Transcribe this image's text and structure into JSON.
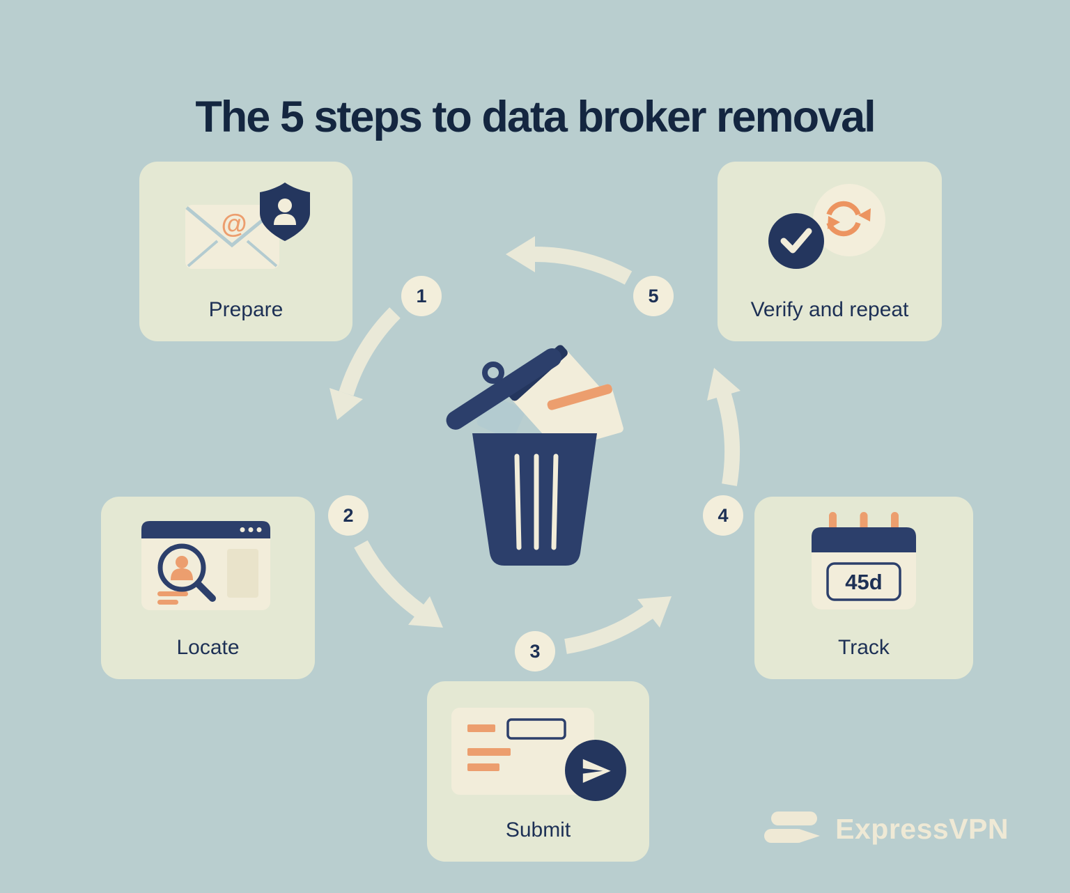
{
  "title": "The 5 steps to data broker removal",
  "steps": [
    {
      "number": "1",
      "label": "Prepare"
    },
    {
      "number": "2",
      "label": "Locate"
    },
    {
      "number": "3",
      "label": "Submit"
    },
    {
      "number": "4",
      "label": "Track"
    },
    {
      "number": "5",
      "label": "Verify and repeat"
    }
  ],
  "calendar": {
    "duration": "45d"
  },
  "icons": {
    "at_symbol": "@"
  },
  "brand": {
    "name": "ExpressVPN"
  },
  "colors": {
    "background": "#b9cecf",
    "card": "#e4e8d3",
    "ring": "#eae9d8",
    "navy": "#2c3f6b",
    "dark_navy": "#142640",
    "orange": "#ec9e6e",
    "cream": "#f2edda",
    "light_blue": "#b3cbd0"
  }
}
